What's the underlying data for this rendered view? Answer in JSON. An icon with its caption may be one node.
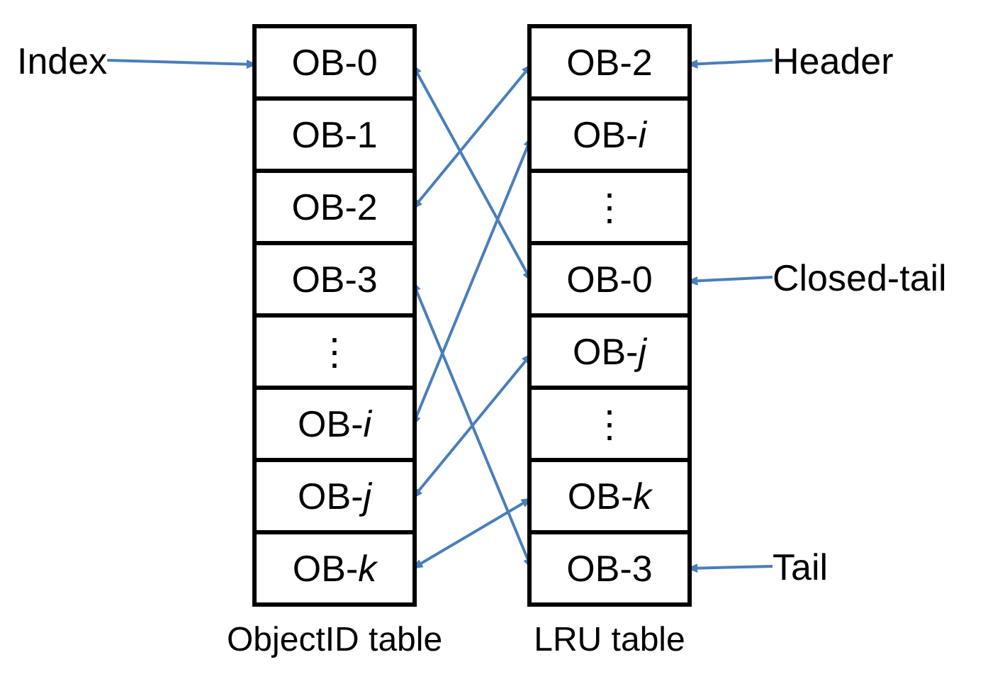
{
  "diagram": {
    "nodes": [
      {
        "text": [
          "ObjectID table"
        ]
      },
      {
        "text": [
          "OB-0"
        ],
        "in": 0
      },
      {
        "text": [
          "OB-1"
        ],
        "in": 0
      },
      {
        "text": [
          "OB-2"
        ],
        "in": 0
      },
      {
        "text": [
          "OB-3"
        ],
        "in": 0
      },
      {
        "text": [
          "⋮"
        ],
        "in": 0
      },
      {
        "text": [
          "OB-*i*"
        ],
        "in": 0
      },
      {
        "text": [
          "OB-*j*"
        ],
        "in": 0
      },
      {
        "text": [
          "OB-*k*"
        ],
        "in": 0
      },
      {
        "text": [
          "LRU table"
        ]
      },
      {
        "text": [
          "OB-2"
        ],
        "in": 9
      },
      {
        "text": [
          "OB-*i*"
        ],
        "in": 9
      },
      {
        "text": [
          "⋮"
        ],
        "in": 9
      },
      {
        "text": [
          "OB-0"
        ],
        "in": 9
      },
      {
        "text": [
          "OB-*j*"
        ],
        "in": 9
      },
      {
        "text": [
          "⋮"
        ],
        "in": 9
      },
      {
        "text": [
          "OB-*k*"
        ],
        "in": 9
      },
      {
        "text": [
          "OB-3"
        ],
        "in": 9
      },
      {
        "text": [
          "Index"
        ]
      },
      {
        "text": [
          "Header"
        ]
      },
      {
        "text": [
          "Closed-tail"
        ]
      },
      {
        "text": [
          "Tail"
        ]
      }
    ],
    "edges": [
      {
        "from": 18,
        "to": 1,
        "arrow": "to"
      },
      {
        "from": 19,
        "to": 10,
        "arrow": "to"
      },
      {
        "from": 20,
        "to": 13,
        "arrow": "to"
      },
      {
        "from": 21,
        "to": 17,
        "arrow": "to"
      },
      {
        "from": 1,
        "to": 13,
        "arrow": "both"
      },
      {
        "from": 3,
        "to": 10,
        "arrow": "both"
      },
      {
        "from": 4,
        "to": 17,
        "arrow": "both"
      },
      {
        "from": 6,
        "to": 11,
        "arrow": "both"
      },
      {
        "from": 7,
        "to": 14,
        "arrow": "both"
      },
      {
        "from": 8,
        "to": 16,
        "arrow": "both"
      }
    ]
  }
}
